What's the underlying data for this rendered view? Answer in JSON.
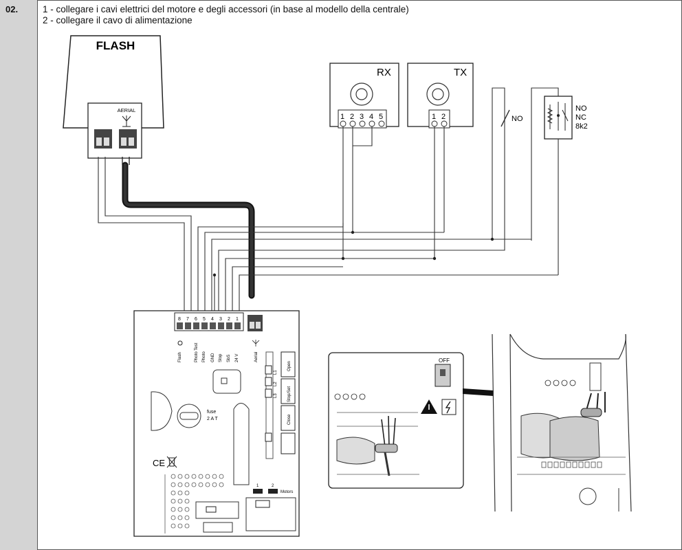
{
  "step": {
    "number": "02."
  },
  "instructions": [
    "1 - collegare i cavi elettrici del motore e degli accessori (in base al modello della centrale)",
    "2 - collegare il cavo di alimentazione"
  ],
  "flash": {
    "title": "FLASH",
    "aerial_label": "AERIAL"
  },
  "rx": {
    "title": "RX",
    "terminals": [
      "1",
      "2",
      "3",
      "4",
      "5"
    ]
  },
  "tx": {
    "title": "TX",
    "terminals": [
      "1",
      "2"
    ]
  },
  "switch_no": {
    "label": "NO"
  },
  "edge": {
    "labels": [
      "NO",
      "NC",
      "8k2"
    ]
  },
  "board": {
    "terminal_numbers": [
      "8",
      "7",
      "6",
      "5",
      "4",
      "3",
      "2",
      "1"
    ],
    "terminal_labels": [
      "Flash",
      "Photo Test",
      "Photo",
      "GND",
      "Stop",
      "SbS",
      "24 V"
    ],
    "aerial_label": "Aerial",
    "fuse_label": "fuse",
    "fuse_value": "2 A T",
    "buttons": [
      "Open",
      "Stop/Set",
      "Close"
    ],
    "leds": [
      "L1",
      "L2",
      "L3"
    ],
    "motors_label": "Motors",
    "motors_numbers": [
      "1",
      "2"
    ],
    "ce_mark": "CE"
  },
  "detail": {
    "off_label": "OFF"
  }
}
